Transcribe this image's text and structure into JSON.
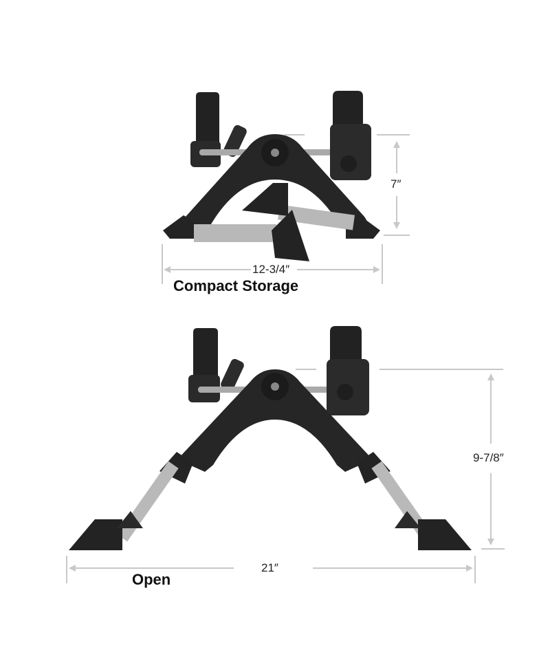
{
  "compact": {
    "caption": "Compact Storage",
    "height_label": "7″",
    "width_label": "12-3/4″"
  },
  "open": {
    "caption": "Open",
    "height_label": "9-7/8″",
    "width_label": "21″"
  },
  "colors": {
    "body": "#262626",
    "metal": "#b9b9b9",
    "dimension": "#c8c8c8",
    "background": "#ffffff"
  }
}
